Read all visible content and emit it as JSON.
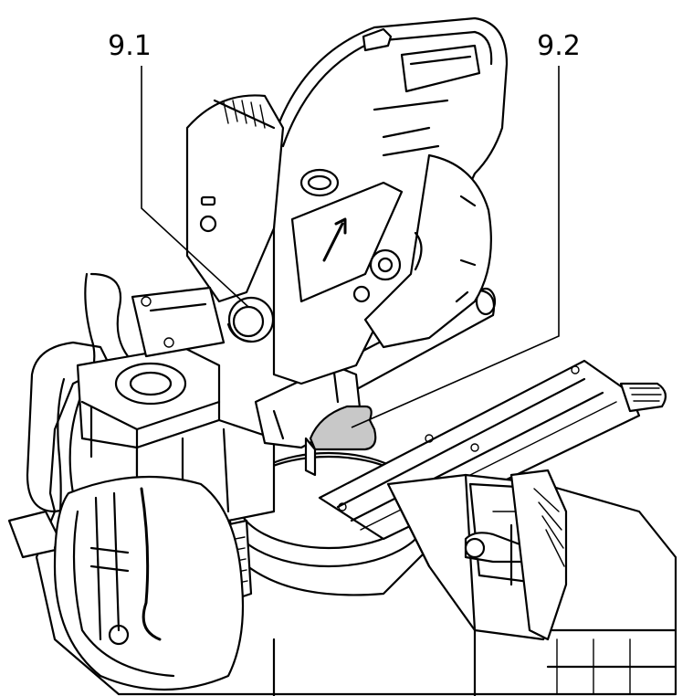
{
  "callouts": [
    {
      "id": "9.1",
      "label": "9.1"
    },
    {
      "id": "9.2",
      "label": "9.2"
    }
  ],
  "colors": {
    "line": "#000000",
    "background": "#ffffff",
    "highlight_fill": "#c8c8c8"
  },
  "icons": {
    "direction_arrow": "arrow-icon"
  }
}
